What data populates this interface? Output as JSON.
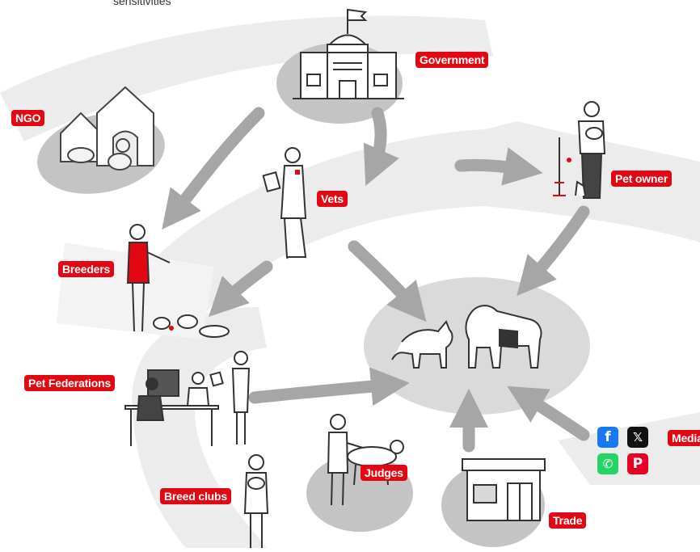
{
  "caption_fragment": "sensitivities",
  "labels": {
    "government": "Government",
    "ngo": "NGO",
    "vets": "Vets",
    "pet_owner": "Pet owner",
    "breeders": "Breeders",
    "pet_federations": "Pet Federations",
    "breed_clubs": "Breed clubs",
    "judges": "Judges",
    "trade": "Trade",
    "media": "Media"
  },
  "social_icons": [
    "facebook-icon",
    "x-icon",
    "whatsapp-icon",
    "pinterest-icon"
  ],
  "colors": {
    "label_red": "#e30613",
    "arrow_gray": "#a6a6a6",
    "band_gray": "#ececec",
    "ellipse_gray": "#c4c4c4",
    "facebook": "#1877f2",
    "x": "#111111",
    "whatsapp": "#25d366",
    "pinterest": "#e60023"
  }
}
